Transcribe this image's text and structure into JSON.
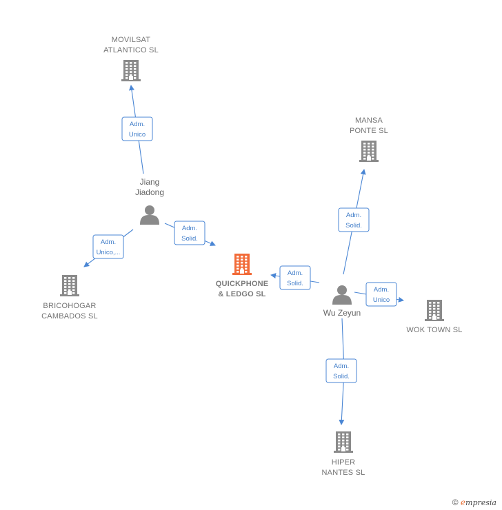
{
  "colors": {
    "company": "#8a8a8a",
    "focus_company": "#f26b38",
    "person": "#8a8a8a",
    "edge": "#4a86d4"
  },
  "nodes": {
    "movilsat": {
      "type": "company",
      "icon": "building-icon",
      "label_lines": [
        "MOVILSAT",
        "ATLANTICO  SL"
      ]
    },
    "mansa": {
      "type": "company",
      "icon": "building-icon",
      "label_lines": [
        "MANSA",
        "PONTE SL"
      ]
    },
    "bricohogar": {
      "type": "company",
      "icon": "building-icon",
      "label_lines": [
        "BRICOHOGAR",
        "CAMBADOS  SL"
      ]
    },
    "quickphone": {
      "type": "company",
      "focus": true,
      "icon": "building-icon",
      "label_lines": [
        "QUICKPHONE",
        "& LEDGO  SL"
      ]
    },
    "wok": {
      "type": "company",
      "icon": "building-icon",
      "label_lines": [
        "WOK TOWN  SL"
      ]
    },
    "hiper": {
      "type": "company",
      "icon": "building-icon",
      "label_lines": [
        "HIPER",
        "NANTES  SL"
      ]
    },
    "jiang": {
      "type": "person",
      "icon": "person-icon",
      "label_lines": [
        "Jiang",
        "Jiadong"
      ]
    },
    "wu": {
      "type": "person",
      "icon": "person-icon",
      "label_lines": [
        "Wu Zeyun"
      ]
    }
  },
  "edges": [
    {
      "from": "jiang",
      "to": "movilsat",
      "label_lines": [
        "Adm.",
        "Unico"
      ]
    },
    {
      "from": "jiang",
      "to": "bricohogar",
      "label_lines": [
        "Adm.",
        "Unico,..."
      ]
    },
    {
      "from": "jiang",
      "to": "quickphone",
      "label_lines": [
        "Adm.",
        "Solid."
      ]
    },
    {
      "from": "wu",
      "to": "quickphone",
      "label_lines": [
        "Adm.",
        "Solid."
      ]
    },
    {
      "from": "wu",
      "to": "mansa",
      "label_lines": [
        "Adm.",
        "Solid."
      ]
    },
    {
      "from": "wu",
      "to": "wok",
      "label_lines": [
        "Adm.",
        "Unico"
      ]
    },
    {
      "from": "wu",
      "to": "hiper",
      "label_lines": [
        "Adm.",
        "Solid."
      ]
    }
  ],
  "footer": {
    "copyright_symbol": "©",
    "brand_initial": "e",
    "brand_rest": "mpresia"
  }
}
